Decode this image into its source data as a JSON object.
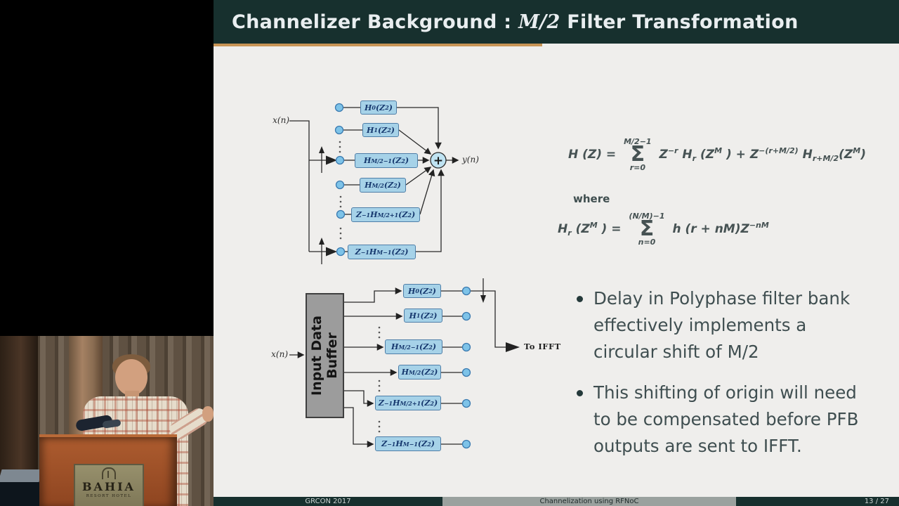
{
  "colors": {
    "accent_teal": "#17302e",
    "underline_orange": "#c89455",
    "slide_bg": "#efeeec",
    "box_fill": "#a6d2e8",
    "box_border": "#4e7ea8"
  },
  "video": {
    "sign_title": "BAHIA",
    "sign_subtitle": "RESORT HOTEL"
  },
  "slide": {
    "title": {
      "prefix": "Channelizer Background : ",
      "math": "M/2",
      "suffix": " Filter Transformation"
    },
    "filter_labels": [
      [
        {
          "t": "H"
        },
        {
          "t": "0",
          "m": "sub"
        },
        {
          "t": " (Z"
        },
        {
          "t": "2",
          "m": "sup"
        },
        {
          "t": ")"
        }
      ],
      [
        {
          "t": "H"
        },
        {
          "t": "1",
          "m": "sub"
        },
        {
          "t": " (Z"
        },
        {
          "t": "2",
          "m": "sup"
        },
        {
          "t": ")"
        }
      ],
      [
        {
          "t": "H"
        },
        {
          "t": "M/2−1",
          "m": "sub"
        },
        {
          "t": " (Z"
        },
        {
          "t": "2",
          "m": "sup"
        },
        {
          "t": ")"
        }
      ],
      [
        {
          "t": "H"
        },
        {
          "t": "M/2",
          "m": "sub"
        },
        {
          "t": " (Z"
        },
        {
          "t": "2",
          "m": "sup"
        },
        {
          "t": ")"
        }
      ],
      [
        {
          "t": "Z"
        },
        {
          "t": "−1",
          "m": "sup"
        },
        {
          "t": "H"
        },
        {
          "t": "M/2+1",
          "m": "sub"
        },
        {
          "t": " (Z"
        },
        {
          "t": "2",
          "m": "sup"
        },
        {
          "t": ")"
        }
      ],
      [
        {
          "t": "Z"
        },
        {
          "t": "−1",
          "m": "sup"
        },
        {
          "t": "H"
        },
        {
          "t": "M−1",
          "m": "sub"
        },
        {
          "t": " (Z"
        },
        {
          "t": "2",
          "m": "sup"
        },
        {
          "t": ")"
        }
      ]
    ],
    "diagram1": {
      "input_label": "x(n)",
      "output_label": "y(n)",
      "sum_symbol": "+"
    },
    "diagram2": {
      "input_label": "x(n)",
      "buffer_line1": "Input Data",
      "buffer_line2": "Buffer",
      "output_label": "To IFFT"
    },
    "equations": {
      "eq1": [
        {
          "t": "H (Z) = "
        },
        {
          "sum": {
            "top": "M/2−1",
            "sym": "Σ",
            "bot": "r=0"
          }
        },
        {
          "t": " Z"
        },
        {
          "t": "−r",
          "m": "sup"
        },
        {
          "t": " H"
        },
        {
          "t": "r",
          "m": "sub"
        },
        {
          "t": " (Z"
        },
        {
          "t": "M",
          "m": "sup"
        },
        {
          "t": " ) + Z"
        },
        {
          "t": "−(r+M/2)",
          "m": "sup"
        },
        {
          "t": " H"
        },
        {
          "t": "r+M/2",
          "m": "sub"
        },
        {
          "t": "(Z"
        },
        {
          "t": "M",
          "m": "sup"
        },
        {
          "t": ")"
        }
      ],
      "where_label": "where",
      "eq2": [
        {
          "t": "H"
        },
        {
          "t": "r",
          "m": "sub"
        },
        {
          "t": " (Z"
        },
        {
          "t": "M",
          "m": "sup"
        },
        {
          "t": " ) = "
        },
        {
          "sum": {
            "top": "(N/M)−1",
            "sym": "Σ",
            "bot": "n=0"
          }
        },
        {
          "t": " h (r + nM)Z"
        },
        {
          "t": "−nM",
          "m": "sup"
        }
      ]
    },
    "bullets": [
      {
        "text": "Delay in Polyphase filter bank effectively implements a circular shift of M/2"
      },
      {
        "text": "This shifting of origin will need to be compensated before PFB outputs are sent to IFFT."
      }
    ],
    "footer": {
      "conference": "GRCON 2017",
      "talk": "Channelization using RFNoC",
      "page": "13 / 27"
    }
  }
}
